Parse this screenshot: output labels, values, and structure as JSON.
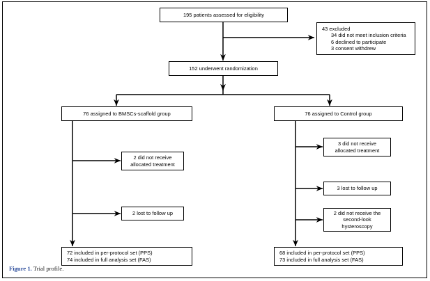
{
  "figure": {
    "caption_label": "Figure 1.",
    "caption_text": "Trial profile.",
    "caption_label_color": "#2B4C9B"
  },
  "flowchart": {
    "type": "consort-trial-profile",
    "nodes": {
      "enrollment": {
        "name": "assessed-for-eligibility",
        "lines": [
          "195 patients assessed for eligibility"
        ]
      },
      "excluded": {
        "name": "excluded",
        "lines": [
          "43 excluded",
          "34 did not meet inclusion criteria",
          "6 declined to participate",
          "3 consent withdrew"
        ],
        "indented": [
          false,
          true,
          true,
          true
        ]
      },
      "randomized": {
        "name": "underwent-randomization",
        "lines": [
          "152 underwent randomization"
        ]
      },
      "treatment_group": {
        "name": "bmscs-scaffold-group",
        "lines": [
          "76 assigned to BMSCs-scaffold group"
        ]
      },
      "control_group": {
        "name": "control-group",
        "lines": [
          "76 assigned to Control group"
        ]
      },
      "treatment_excl_1": {
        "name": "treatment-not-received",
        "lines": [
          "2 did not receive",
          "allocated treatment"
        ]
      },
      "treatment_excl_2": {
        "name": "treatment-lost-followup",
        "lines": [
          "2 lost to follow up"
        ]
      },
      "control_excl_1": {
        "name": "control-not-received",
        "lines": [
          "3 did not receive",
          "allocated treatment"
        ]
      },
      "control_excl_2": {
        "name": "control-lost-followup",
        "lines": [
          "3 lost to follow up"
        ]
      },
      "control_excl_3": {
        "name": "control-no-second-look",
        "lines": [
          "2 did not receive the",
          "second-look",
          "hysteroscopy"
        ]
      },
      "treatment_analysis": {
        "name": "treatment-analysis",
        "lines": [
          "72 included in per-protocol set (PPS)",
          "74 included in full analysis set (FAS)"
        ]
      },
      "control_analysis": {
        "name": "control-analysis",
        "lines": [
          "68 included in per-protocol set (PPS)",
          "73 included in full analysis set (FAS)"
        ]
      }
    }
  }
}
